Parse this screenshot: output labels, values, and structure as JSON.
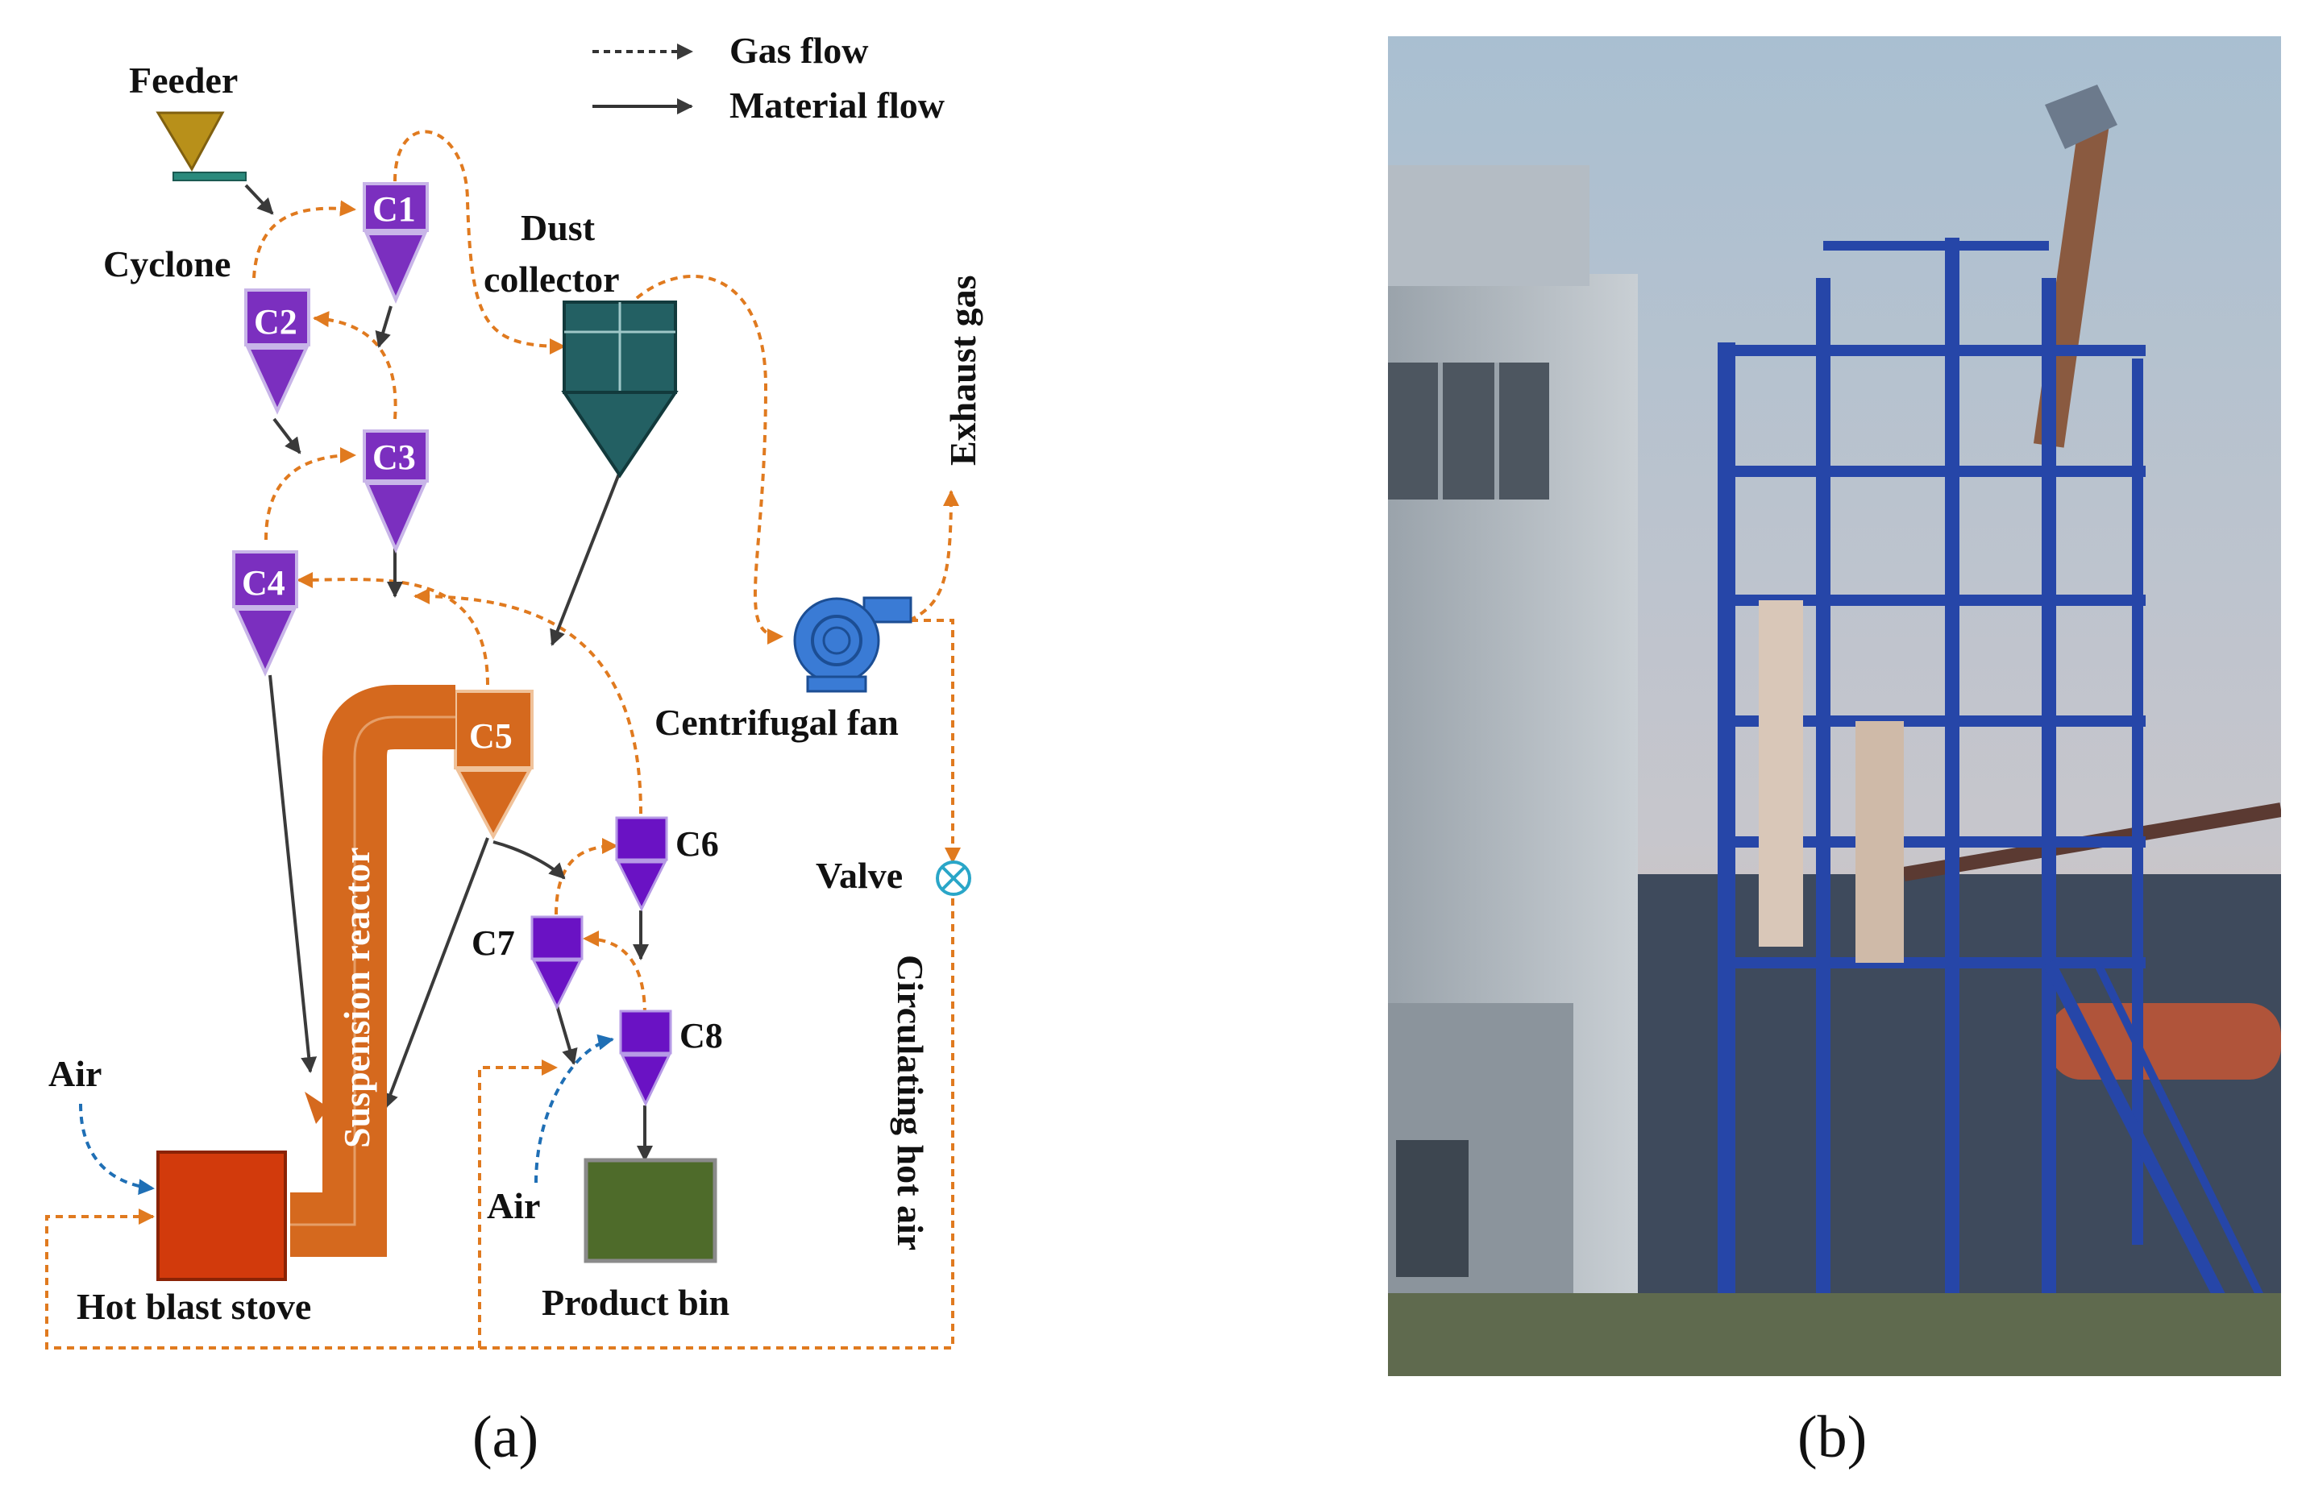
{
  "legend": {
    "gas_flow": "Gas flow",
    "material_flow": "Material flow"
  },
  "labels": {
    "feeder": "Feeder",
    "cyclone": "Cyclone",
    "dust_collector_1": "Dust",
    "dust_collector_2": "collector",
    "exhaust_gas": "Exhaust gas",
    "centrifugal_fan": "Centrifugal fan",
    "valve": "Valve",
    "suspension_reactor": "Suspension reactor",
    "circulating_hot_air": "Circulating hot air",
    "air_left": "Air",
    "air_mid": "Air",
    "hot_blast_stove": "Hot blast stove",
    "product_bin": "Product bin"
  },
  "cyclones": [
    "C1",
    "C2",
    "C3",
    "C4",
    "C5",
    "C6",
    "C7",
    "C8"
  ],
  "captions": {
    "a": "(a)",
    "b": "(b)"
  },
  "colors": {
    "gas_flow": "#e07a1f",
    "material_flow": "#3a3a3a",
    "air_flow": "#1f6fb5",
    "cyclone_upper": "#7b2fbf",
    "cyclone_lower": "#6a12c4",
    "cyclone_c5": "#d5691e",
    "feeder": "#b8901a",
    "dust_collector": "#236063",
    "fan": "#3a7bd5",
    "stove": "#d23a0c",
    "product_bin": "#4e6b2a",
    "valve": "#2aa6c8"
  }
}
